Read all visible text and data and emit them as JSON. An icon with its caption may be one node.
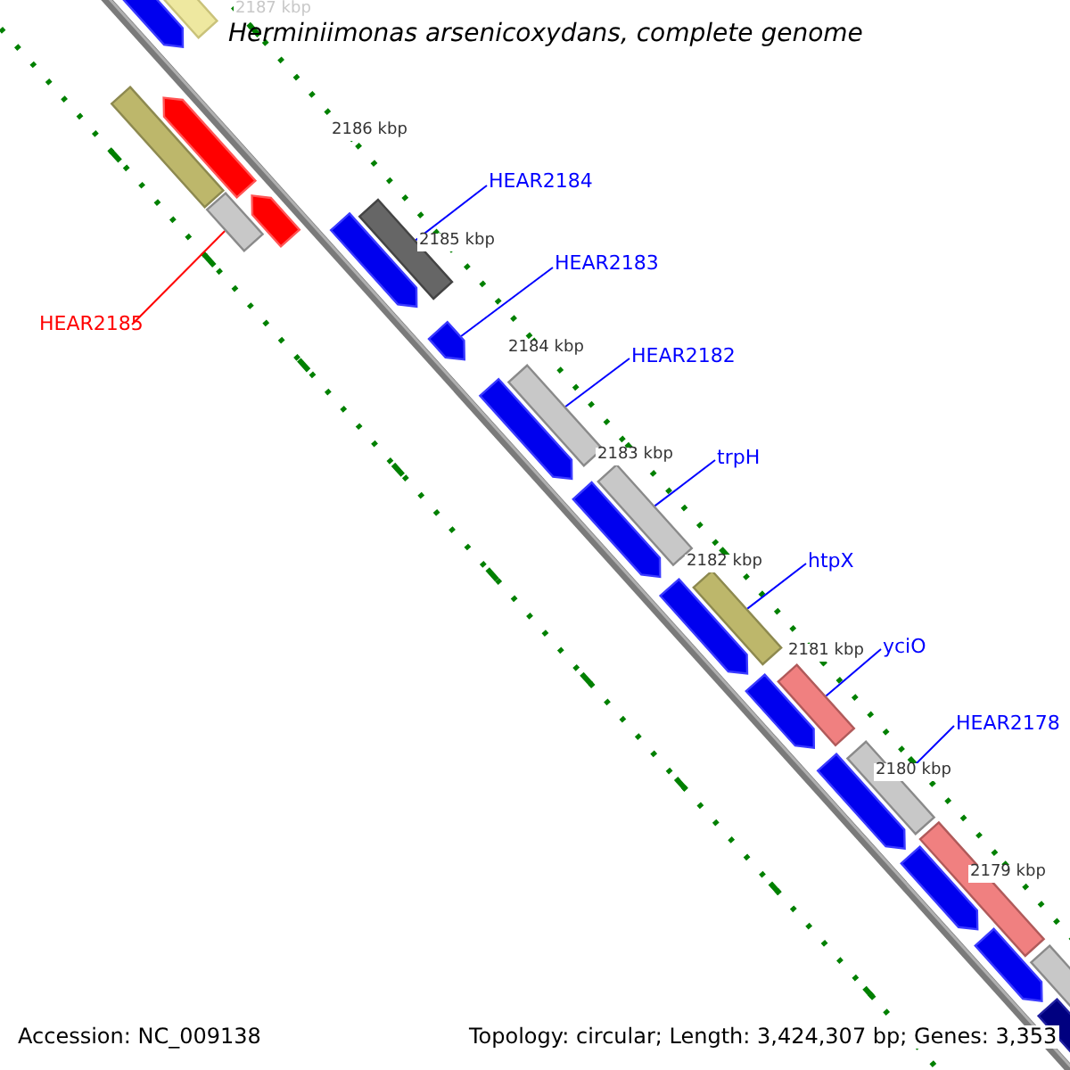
{
  "diagram": {
    "title": "Herminiimonas arsenicoxydans, complete genome",
    "nodes": [
      {
        "text": [
          "HEAR2184"
        ]
      },
      {
        "text": [
          "HEAR2183"
        ]
      },
      {
        "text": [
          "HEAR2185"
        ]
      },
      {
        "text": [
          "HEAR2182"
        ]
      },
      {
        "text": [
          "trpH"
        ]
      },
      {
        "text": [
          "htpX"
        ]
      },
      {
        "text": [
          "yciO"
        ]
      },
      {
        "text": [
          "HEAR2178"
        ]
      },
      {
        "text": [],
        "shape": "bar"
      },
      {
        "text": [],
        "shape": "bar"
      },
      {
        "text": [],
        "shape": "bar"
      },
      {
        "text": [],
        "shape": "bar"
      },
      {
        "text": [],
        "shape": "bar"
      },
      {
        "text": [],
        "shape": "bar"
      },
      {
        "text": [],
        "shape": "bar"
      },
      {
        "text": [],
        "shape": "bar"
      }
    ],
    "edges": [
      {
        "from": 0,
        "to": 9,
        "arrow": "none"
      },
      {
        "from": 1,
        "to": 10,
        "arrow": "none"
      },
      {
        "from": 2,
        "to": 8,
        "arrow": "none",
        "color": "#ff0000"
      },
      {
        "from": 3,
        "to": 11,
        "arrow": "none"
      },
      {
        "from": 4,
        "to": 12,
        "arrow": "none"
      },
      {
        "from": 5,
        "to": 13,
        "arrow": "none"
      },
      {
        "from": 6,
        "to": 14,
        "arrow": "none"
      },
      {
        "from": 7,
        "to": 15,
        "arrow": "none"
      }
    ],
    "labels": [
      "2187 kbp",
      "2186 kbp",
      "2185 kbp",
      "2184 kbp",
      "2183 kbp",
      "2182 kbp",
      "2181 kbp",
      "2180 kbp",
      "2179 kbp",
      "Accession: NC_009138",
      "Topology: circular; Length: 3,424,307 bp; Genes: 3,353"
    ]
  }
}
